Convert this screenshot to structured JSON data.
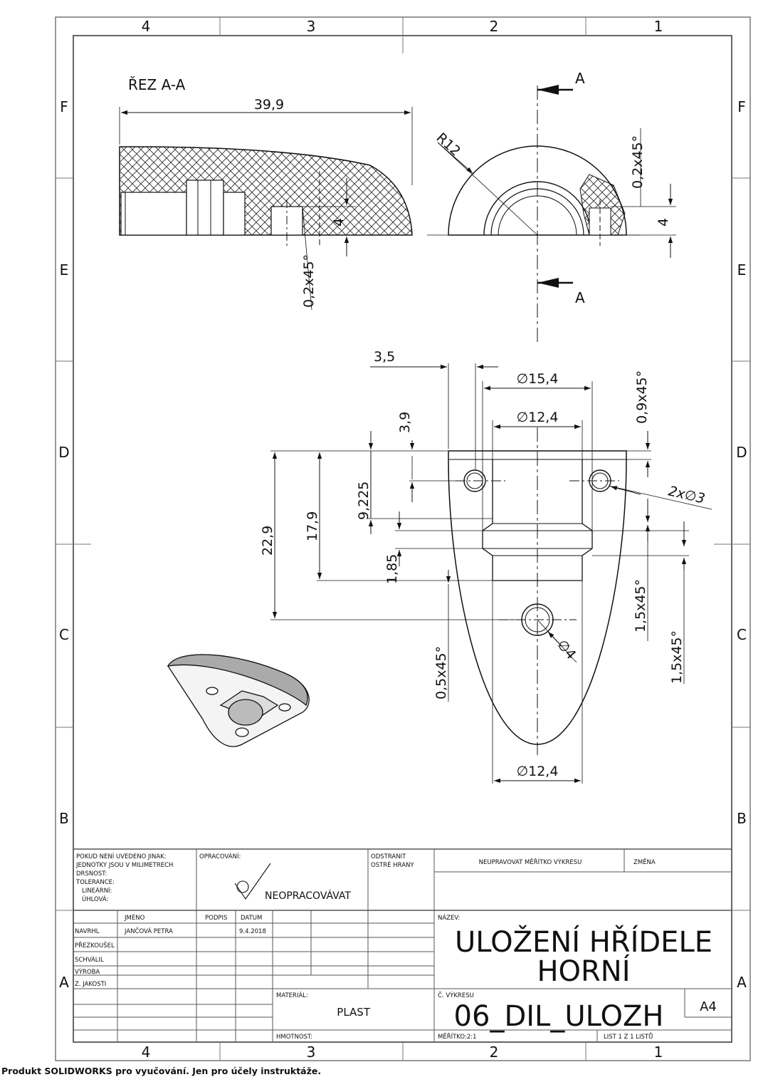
{
  "zones": {
    "columns": [
      "4",
      "3",
      "2",
      "1"
    ],
    "rows": [
      "F",
      "E",
      "D",
      "C",
      "B",
      "A"
    ]
  },
  "section": {
    "title": "ŘEZ A-A",
    "cut_label": "A",
    "dims": {
      "length": "39,9",
      "chamfer_left": "0,2x45°",
      "depth": "4",
      "radius": "R12",
      "chamfer_right": "0,2x45°",
      "depth_right": "4"
    }
  },
  "front_view": {
    "dims": {
      "offset": "3,5",
      "dia_outer": "∅15,4",
      "dia_inner": "∅12,4",
      "chamfer_09": "0,9x45°",
      "h_39": "3,9",
      "h_9225": "9,225",
      "h_179": "17,9",
      "h_229": "22,9",
      "holes": "2x∅3",
      "h_185": "1,85",
      "chamfer_15a": "1,5x45°",
      "chamfer_15b": "1,5x45°",
      "hole_dia": "∅4",
      "chamfer_05": "0,5x45°",
      "dia_bottom": "∅12,4"
    }
  },
  "title_block": {
    "notes": [
      "POKUD NENÍ UVEDENO JINAK:",
      "JEDNOTKY JSOU V MILIMETRECH",
      "DRSNOST:",
      "TOLERANCE:",
      "LINEÁRNÍ:",
      "ÚHLOVÁ:"
    ],
    "finish_label": "OPRACOVÁNÍ:",
    "finish_value": "NEOPRACOVÁVAT",
    "deburr": [
      "ODSTRANIT",
      "OSTRÉ HRANY"
    ],
    "no_scale": "NEUPRAVOVAT MĚŘÍTKO VÝKRESU",
    "revision": "ZMĚNA",
    "headers": {
      "name": "JMÉNO",
      "signature": "PODPIS",
      "date": "DATUM"
    },
    "roles": [
      "NAVRHL",
      "PŘEZKOUŠEL",
      "SCHVÁLIL",
      "VÝROBA",
      "Z. JAKOSTI"
    ],
    "designer": "JANČOVÁ PETRA",
    "design_date": "9.4.2018",
    "title_label": "NÁZEV:",
    "title_line1": "ULOŽENÍ HŘÍDELE",
    "title_line2": "HORNÍ",
    "dwg_no_label": "Č. VÝKRESU",
    "dwg_no": "06_DIL_ULOZH",
    "size": "A4",
    "material_label": "MATERIÁL:",
    "material": "PLAST",
    "weight_label": "HMOTNOST:",
    "scale": "MĚŘÍTKO:2:1",
    "sheet": "LIST 1 Z 1 LISTŮ"
  },
  "footer": "Produkt SOLIDWORKS pro vyučování. Jen pro účely instruktáže."
}
